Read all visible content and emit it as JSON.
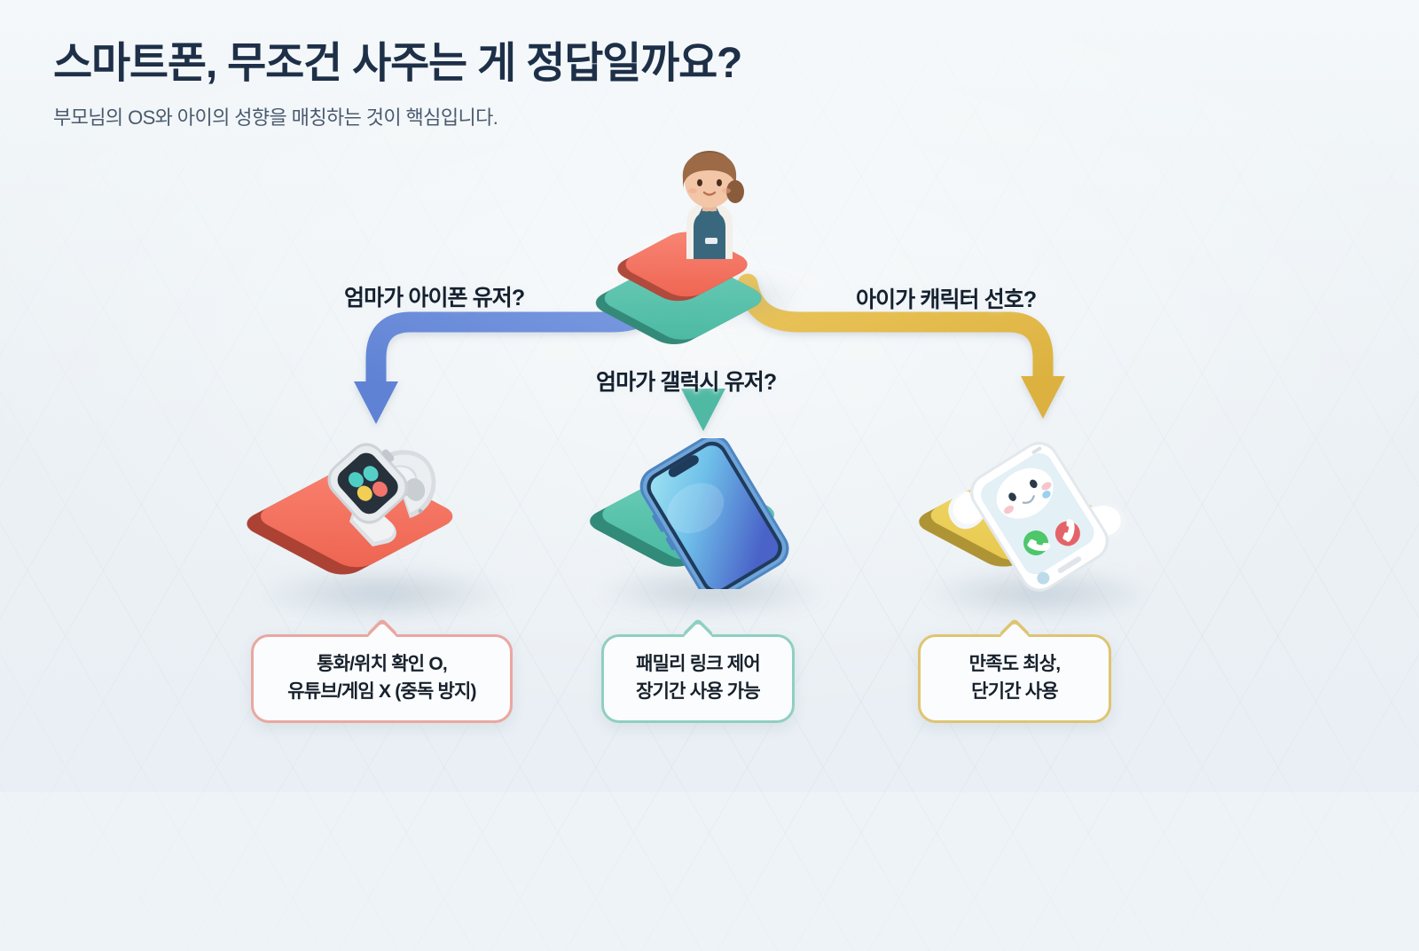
{
  "header": {
    "title": "스마트폰, 무조건 사주는 게 정답일까요?",
    "subtitle": "부모님의 OS와 아이의 성향을 매칭하는 것이 핵심입니다."
  },
  "root": {
    "name": "mom-figure",
    "top_color": "#f4705e",
    "base_color": "#5cc3ad"
  },
  "branches": [
    {
      "id": "iphone",
      "label": "엄마가 아이폰 유저?",
      "arrow_color": "#6b8ddb",
      "direction": "left",
      "platform_color": "#f3705d",
      "device": "smartwatch",
      "callout": {
        "border_color": "#e9a7a0",
        "lines": [
          "통화/위치 확인 O,",
          "유튜브/게임 X (중독 방지)"
        ]
      }
    },
    {
      "id": "galaxy",
      "label": "엄마가 갤럭시 유저?",
      "arrow_color": "#5cc3ad",
      "direction": "down",
      "platform_color": "#5cc3ad",
      "device": "smartphone",
      "callout": {
        "border_color": "#8fcfc2",
        "lines": [
          "패밀리 링크 제어",
          "장기간 사용 가능"
        ]
      }
    },
    {
      "id": "character",
      "label": "아이가 캐릭터 선호?",
      "arrow_color": "#e2bb4b",
      "direction": "right",
      "platform_color": "#edd05c",
      "device": "character-phone",
      "callout": {
        "border_color": "#dfc471",
        "lines": [
          "만족도 최상,",
          "단기간 사용"
        ]
      }
    }
  ],
  "colors": {
    "background": "#eef3f7",
    "title": "#1e3048",
    "subtitle": "#4a5a6e",
    "label": "#15212e"
  }
}
